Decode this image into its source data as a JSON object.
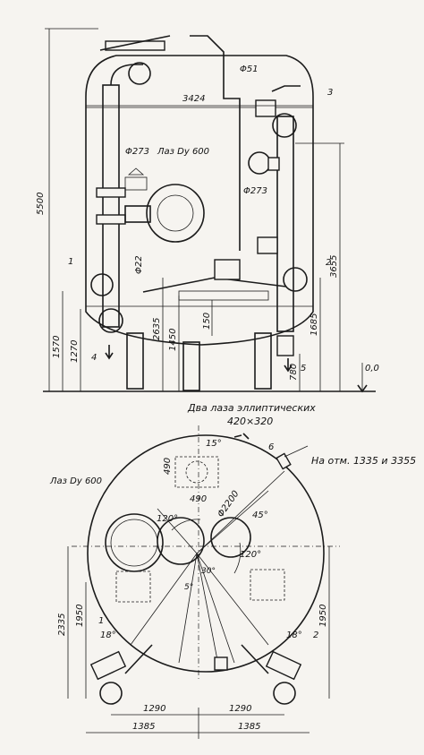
{
  "top_view": {
    "dims": {
      "d5500": "5500",
      "d3424": "3424",
      "d51": "Φ51",
      "d273a": "Φ273",
      "lazDy600": "Лаз Dy 600",
      "d273b": "Φ273",
      "d22": "Φ22",
      "d2635": "2635",
      "d1450": "1450",
      "d150": "150",
      "d3655": "3655",
      "d1685": "1685",
      "d780": "780",
      "d1570": "1570",
      "d1270": "1270",
      "zero": "0,0"
    },
    "callouts": {
      "c1": "1",
      "c2": "2",
      "c3": "3",
      "c4": "4",
      "c5": "5"
    }
  },
  "plan_view": {
    "title_line1": "Два лаза эллиптических",
    "title_line2": "420×320",
    "callout6": "6",
    "marks_note": "На отм. 1335 и 3355",
    "laz": "Лаз Dy 600",
    "ang15": "15°",
    "d490a": "490",
    "d490b": "490",
    "d2200": "Φ2200",
    "ang45": "45°",
    "ang120a": "120°",
    "ang120b": "120°",
    "ang30": "30°",
    "ang5": "5°",
    "d2335": "2335",
    "d1950a": "1950",
    "d1950b": "1950",
    "c1": "1",
    "c2": "2",
    "ang18a": "18°",
    "ang18b": "18°",
    "d1290a": "1290",
    "d1290b": "1290",
    "d1385a": "1385",
    "d1385b": "1385"
  }
}
